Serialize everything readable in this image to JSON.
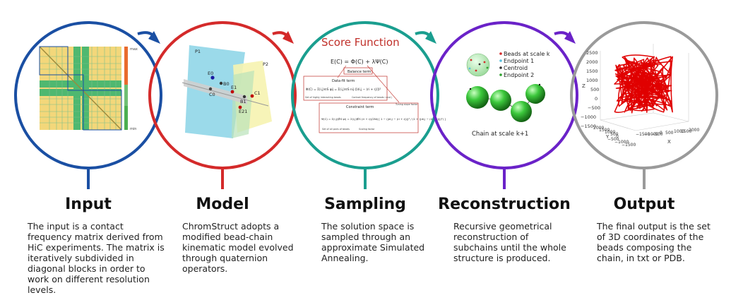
{
  "stages": [
    {
      "title": "Input",
      "color": "#1a4fa3",
      "description": "The input is a contact frequency matrix derived from HiC experiments. The matrix is iteratively subdivided in diagonal blocks in order to work on different resolution levels."
    },
    {
      "title": "Model",
      "color": "#d42a2a",
      "description": "ChromStruct adopts a modified bead-chain kinematic model evolved through quaternion operators."
    },
    {
      "title": "Sampling",
      "color": "#1a9e8f",
      "description": "The solution space is sampled through an approximate Simulated Annealing."
    },
    {
      "title": "Reconstruction",
      "color": "#6a22c8",
      "description": "Recursive geometrical reconstruction of subchains until the whole structure is produced."
    },
    {
      "title": "Output",
      "color": "#9a9a9a",
      "description": "The final output is the set of 3D coordinates of the beads composing the chain, in txt or PDB."
    }
  ],
  "input_panel": {
    "scale_max": "max",
    "scale_min": "min"
  },
  "model_panel": {
    "labels": [
      "P1",
      "P2",
      "E0",
      "C0",
      "B0",
      "E1",
      "B1",
      "C1",
      "E21"
    ]
  },
  "sampling_panel": {
    "heading": "Score Function",
    "equation": "E(C) = Φ(C) + λΨ(C)",
    "balance_term": "Balance term",
    "data_fit_term": "Data-fit term",
    "data_fit_eq": "Φ(C) = Σ(i,j)∈S φij = Σ(i,j)∈S nij ([di,j − (ri + rj)])²",
    "data_fit_notes": [
      "Set of highly interacting beads",
      "Contact frequency of beads i and j"
    ],
    "constraint_term": "Constraint term",
    "constraint_eq": "Ψ(C) = Σ(i,j)∉S ψij = Σ(i,j)∉S (ri + rj)/2Nij [ 1 − (|di,j − (ri + rj)|)² / (1 + (|di,j − (ri + rj)|)²) ]",
    "constraint_notes": [
      "Set of all pairs of beads",
      "Scaling factor",
      "Tuning slope factor"
    ]
  },
  "reconstruction_panel": {
    "legend": [
      "Beads at scale k",
      "Endpoint 1",
      "Centroid",
      "Endpoint 2"
    ],
    "legend_colors": [
      "#d42a2a",
      "#5bc0de",
      "#333333",
      "#2ca02c"
    ],
    "caption": "Chain at scale k+1"
  },
  "output_panel": {
    "z_label": "Z",
    "y_label": "Y",
    "x_label": "X",
    "z_ticks": [
      "2500",
      "2000",
      "1500",
      "1000",
      "500",
      "0",
      "−500",
      "−1000",
      "−1500"
    ],
    "y_ticks": [
      "2000",
      "1500",
      "1000",
      "500",
      "0",
      "−500",
      "−1000",
      "−1500"
    ],
    "x_ticks": [
      "−1500",
      "−1000",
      "−500",
      "0",
      "500",
      "1000",
      "1500",
      "2000"
    ],
    "curve_color": "#e00000"
  }
}
